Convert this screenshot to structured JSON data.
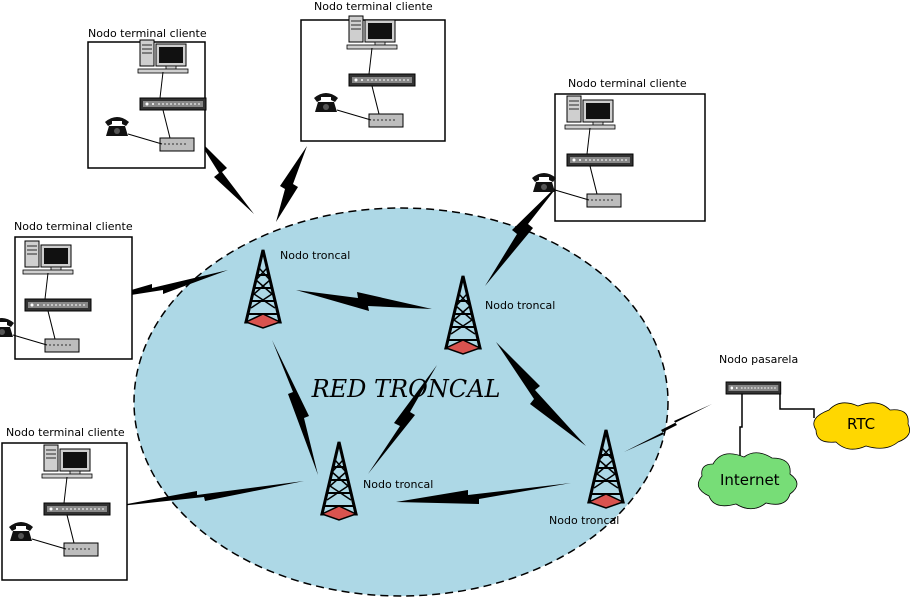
{
  "diagram": {
    "main_label": "RED TRONCAL",
    "client_node_label": "Nodo terminal cliente",
    "backbone_node_label": "Nodo troncal",
    "gateway_label": "Nodo pasarela",
    "clouds": {
      "internet": "Internet",
      "pstn": "RTC"
    },
    "colors": {
      "backbone_fill": "#add8e6",
      "internet_cloud": "#77dd77",
      "pstn_cloud": "#ffd700",
      "tower_base": "#d9534f"
    }
  }
}
